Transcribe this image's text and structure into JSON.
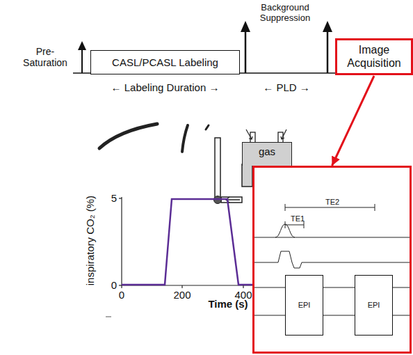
{
  "diagram": {
    "nodes": [
      {
        "text": [
          "CASL/PCASL Labeling"
        ]
      },
      {
        "text": [
          "Image Acquisition"
        ]
      },
      {
        "text": [
          "gas"
        ]
      },
      {
        "text": [
          "TE2",
          "TE1"
        ]
      },
      {
        "text": [
          "EPI"
        ],
        "in": 3
      },
      {
        "text": [
          "EPI"
        ],
        "in": 3
      }
    ],
    "edges": [
      {
        "from": 1,
        "to": 3,
        "arrow": "to"
      }
    ],
    "labels": [
      "Background Suppression",
      "Pre-Saturation",
      "← Labeling Duration →",
      "← PLD →",
      "5",
      "0",
      "0",
      "200",
      "400",
      "Time (s)",
      "inspiratory CO₂ (%)"
    ]
  }
}
